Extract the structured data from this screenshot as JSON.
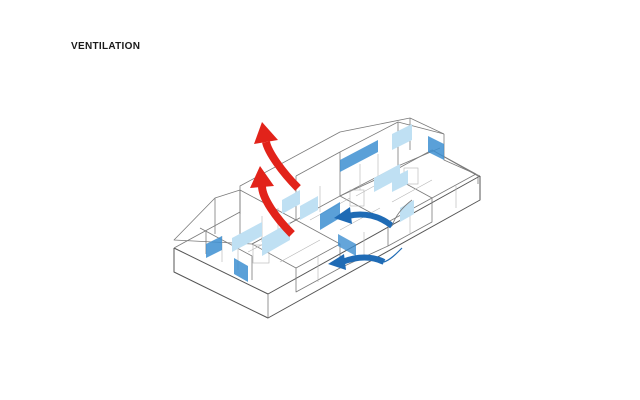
{
  "title": "VENTILATION",
  "colors": {
    "background": "#ffffff",
    "linework": "#7a7a7a",
    "hot_air": "#e2231a",
    "cool_air": "#1f6bb5",
    "glass_dark": "#3d8fd1",
    "glass_light": "#bfe0f3"
  },
  "arrows": {
    "hot_air_count": 2,
    "cool_air_count": 2
  }
}
